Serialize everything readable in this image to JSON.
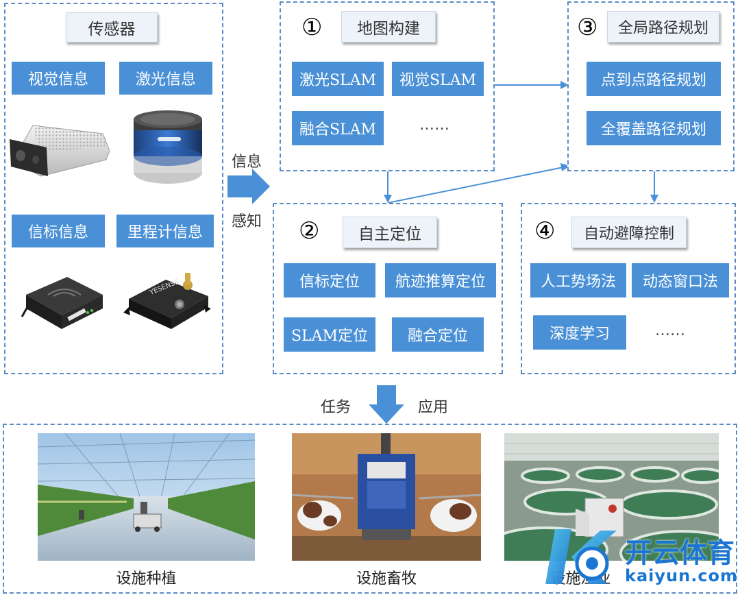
{
  "sensors": {
    "title": "传感器",
    "items": [
      "视觉信息",
      "激光信息",
      "信标信息",
      "里程计信息"
    ]
  },
  "flow": {
    "info": "信息",
    "perception": "感知",
    "task": "任务",
    "application": "应用"
  },
  "mapping": {
    "number": "①",
    "title": "地图构建",
    "items": [
      "激光SLAM",
      "视觉SLAM",
      "融合SLAM"
    ],
    "more": "……"
  },
  "localization": {
    "number": "②",
    "title": "自主定位",
    "items": [
      "信标定位",
      "航迹推算定位",
      "SLAM定位",
      "融合定位"
    ]
  },
  "planning": {
    "number": "③",
    "title": "全局路径规划",
    "items": [
      "点到点路径规划",
      "全覆盖路径规划"
    ]
  },
  "avoidance": {
    "number": "④",
    "title": "自动避障控制",
    "items": [
      "人工势场法",
      "动态窗口法",
      "深度学习"
    ],
    "more": "……"
  },
  "applications": {
    "items": [
      "设施种植",
      "设施畜牧",
      "设施渔业"
    ]
  },
  "watermark": {
    "brand": "开云体育",
    "url": "kaiyun.com"
  },
  "colors": {
    "accent": "#4a90d6",
    "dash": "#5b8bc4",
    "header_bg": "#eef3fa"
  }
}
